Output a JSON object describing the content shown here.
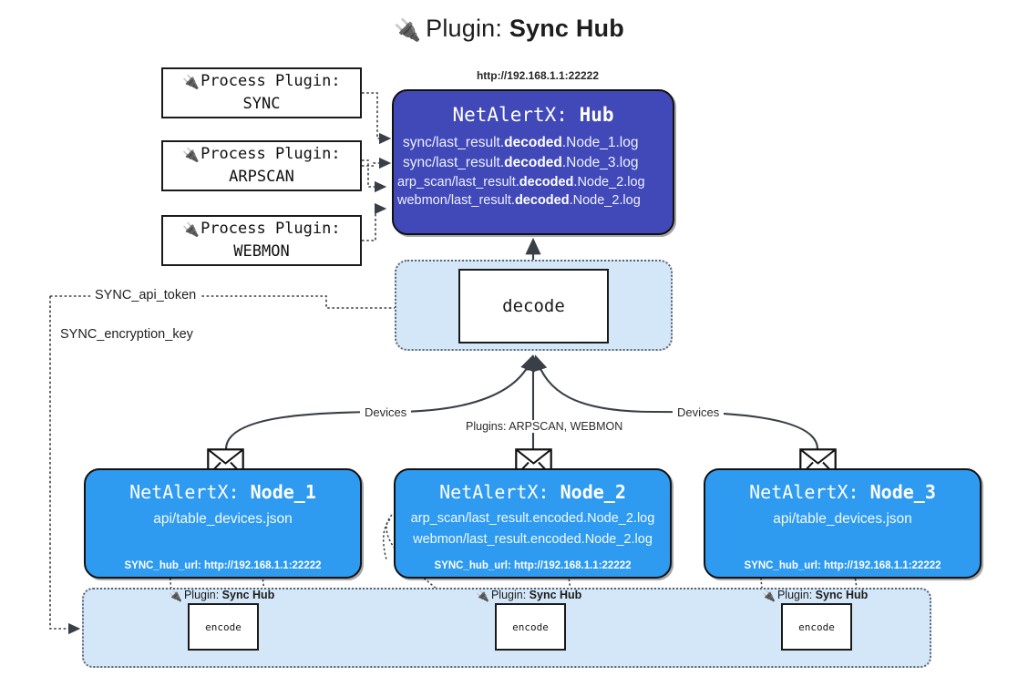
{
  "title": {
    "icon": "plug-icon",
    "prefix": "Plugin:",
    "name": "Sync Hub"
  },
  "process_plugins": [
    {
      "icon": "plug-icon",
      "line1": "Process Plugin:",
      "line2": "SYNC"
    },
    {
      "icon": "plug-icon",
      "line1": "Process Plugin:",
      "line2": "ARPSCAN"
    },
    {
      "icon": "plug-icon",
      "line1": "Process Plugin:",
      "line2": "WEBMON"
    }
  ],
  "hub": {
    "url": "http://192.168.1.1:22222",
    "title_prefix": "NetAlertX:",
    "title_name": "Hub",
    "logs": [
      {
        "pre": "sync/last_result.",
        "mid": "decoded",
        "post": ".Node_1.log"
      },
      {
        "pre": "sync/last_result.",
        "mid": "decoded",
        "post": ".Node_3.log"
      },
      {
        "pre": "arp_scan/last_result.",
        "mid": "decoded",
        "post": ".Node_2.log"
      },
      {
        "pre": "webmon/last_result.",
        "mid": "decoded",
        "post": ".Node_2.log"
      }
    ]
  },
  "decode": {
    "label": "decode"
  },
  "tokens": [
    {
      "label": "SYNC_api_token"
    },
    {
      "label": "SYNC_encryption_key"
    }
  ],
  "edge_labels": {
    "devices_left": "Devices",
    "plugins_center": "Plugins: ARPSCAN, WEBMON",
    "devices_right": "Devices"
  },
  "nodes": [
    {
      "title_prefix": "NetAlertX:",
      "title_name": "Node_1",
      "lines": [
        "api/table_devices.json"
      ],
      "footer": "SYNC_hub_url: http://192.168.1.1:22222",
      "icon": "envelope-icon"
    },
    {
      "title_prefix": "NetAlertX:",
      "title_name": "Node_2",
      "lines": [
        "arp_scan/last_result.encoded.Node_2.log",
        "webmon/last_result.encoded.Node_2.log"
      ],
      "footer": "SYNC_hub_url: http://192.168.1.1:22222",
      "icon": "envelope-icon"
    },
    {
      "title_prefix": "NetAlertX:",
      "title_name": "Node_3",
      "lines": [
        "api/table_devices.json"
      ],
      "footer": "SYNC_hub_url: http://192.168.1.1:22222",
      "icon": "envelope-icon"
    }
  ],
  "encoders": [
    {
      "icon": "plug-icon",
      "prefix": "Plugin:",
      "name": "Sync Hub",
      "box_label": "encode"
    },
    {
      "icon": "plug-icon",
      "prefix": "Plugin:",
      "name": "Sync Hub",
      "box_label": "encode"
    },
    {
      "icon": "plug-icon",
      "prefix": "Plugin:",
      "name": "Sync Hub",
      "box_label": "encode"
    }
  ],
  "colors": {
    "hub_fill": "#4149b8",
    "node_fill": "#2e9bf0",
    "group_fill": "#d4e7f9",
    "stroke": "#1a1a1a",
    "dotted_stroke": "#5c6470"
  }
}
